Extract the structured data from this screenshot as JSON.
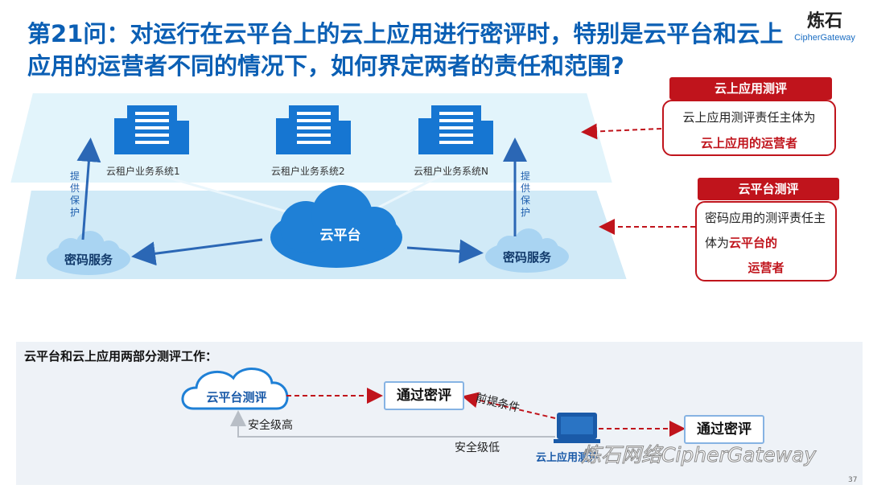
{
  "title": "第21问：对运行在云平台上的云上应用进行密评时，特别是云平台和云上应用的运营者不同的情况下，如何界定两者的责任和范围?",
  "logo": {
    "cn": "炼石",
    "en": "CipherGateway"
  },
  "diagram": {
    "systems": [
      "云租户业务系统1",
      "云租户业务系统2",
      "云租户业务系统N"
    ],
    "protect_label": "提供保护",
    "cloud_label": "云平台",
    "crypto_label": "密码服务"
  },
  "cards": {
    "app": {
      "title": "云上应用测评",
      "text": "云上应用测评责任主体为",
      "highlight": "云上应用的运营者"
    },
    "platform": {
      "title": "云平台测评",
      "text": "密码应用的测评责任主体为",
      "highlight1": "云平台的",
      "highlight2": "运营者"
    }
  },
  "bottom": {
    "title": "云平台和云上应用两部分测评工作：",
    "cloud_eval": "云平台测评",
    "pass1": "通过密评",
    "pass2": "通过密评",
    "premise": "前提条件",
    "high": "安全级高",
    "low": "安全级低",
    "app_eval": "云上应用测评"
  },
  "watermark": "炼石网络CipherGateway",
  "page_number": "37",
  "colors": {
    "title": "#0b5fb4",
    "accent_red": "#c0141c",
    "building": "#1676d2"
  }
}
